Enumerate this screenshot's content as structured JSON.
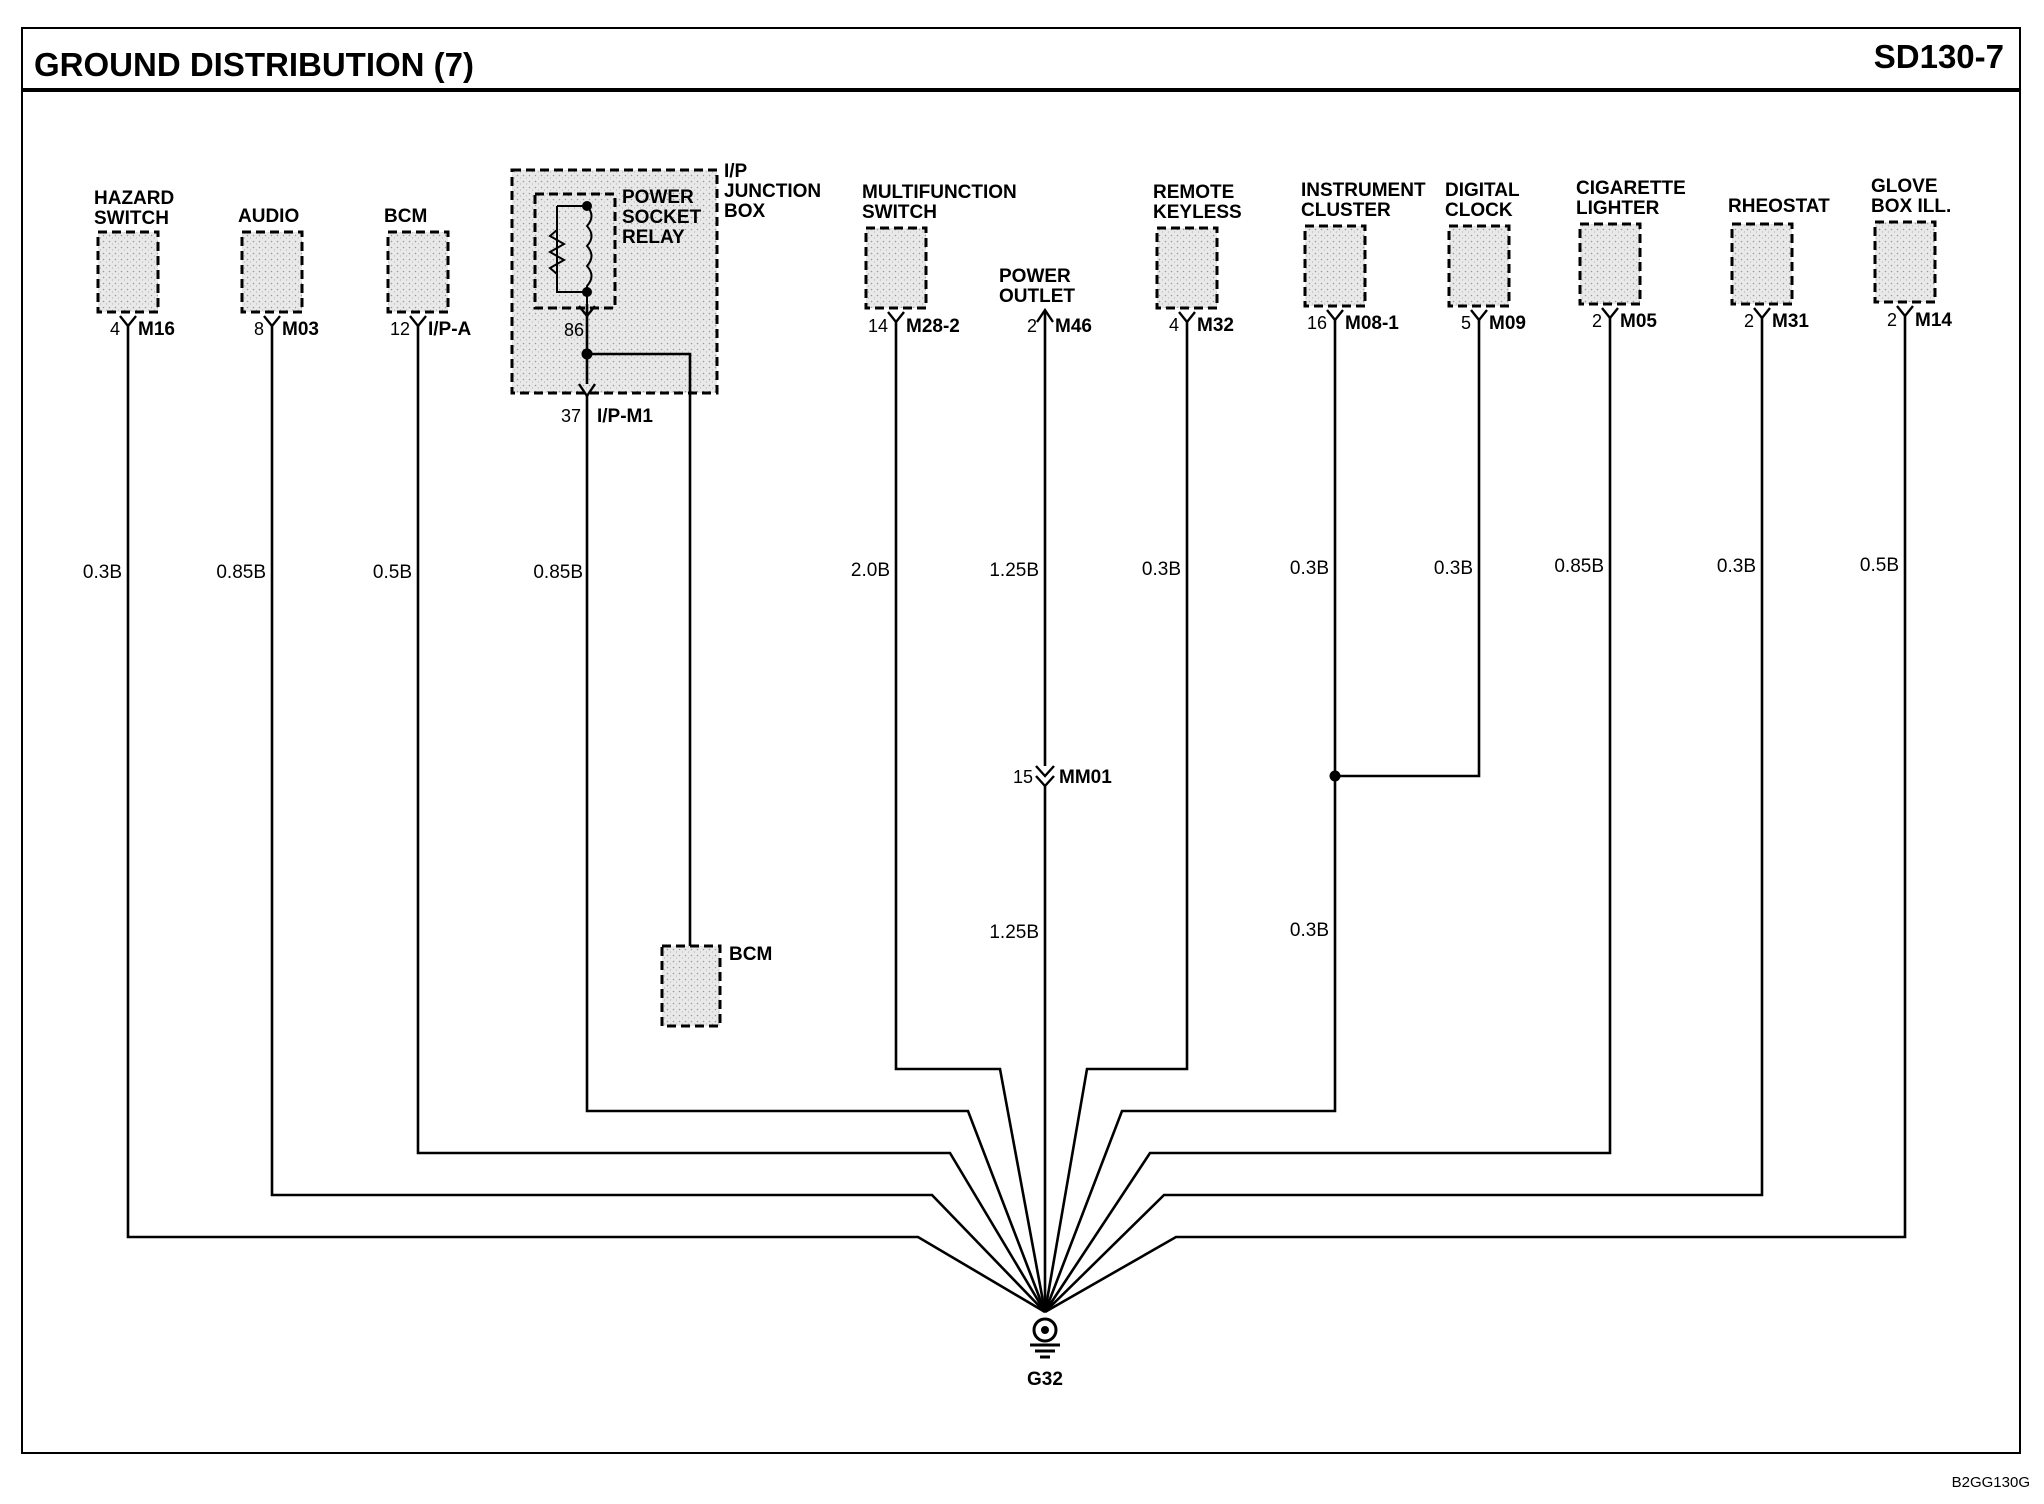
{
  "title": "GROUND DISTRIBUTION (7)",
  "page_code": "SD130-7",
  "footer_code": "B2GG130G",
  "ground": {
    "name": "G32"
  },
  "junction_box": {
    "label_lines": [
      "I/P",
      "JUNCTION",
      "BOX"
    ],
    "relay_lines": [
      "POWER",
      "SOCKET",
      "RELAY"
    ],
    "relay_pin": "86",
    "out_pin": "37",
    "out_connector": "I/P-M1",
    "gauge": "0.85B"
  },
  "bcm_sub": {
    "label": "BCM"
  },
  "components": [
    {
      "key": "hazard",
      "label_lines": [
        "HAZARD",
        "SWITCH"
      ],
      "pin": "4",
      "connector": "M16",
      "gauge": "0.3B"
    },
    {
      "key": "audio",
      "label_lines": [
        "AUDIO"
      ],
      "pin": "8",
      "connector": "M03",
      "gauge": "0.85B"
    },
    {
      "key": "bcm",
      "label_lines": [
        "BCM"
      ],
      "pin": "12",
      "connector": "I/P-A",
      "gauge": "0.5B"
    },
    {
      "key": "multifunction",
      "label_lines": [
        "MULTIFUNCTION",
        "SWITCH"
      ],
      "pin": "14",
      "connector": "M28-2",
      "gauge": "2.0B"
    },
    {
      "key": "power-outlet",
      "label_lines": [
        "POWER",
        "OUTLET"
      ],
      "pin": "2",
      "connector": "M46",
      "gauge": "1.25B",
      "gauge2": "1.25B",
      "inline_pin": "15",
      "inline_connector": "MM01"
    },
    {
      "key": "remote-keyless",
      "label_lines": [
        "REMOTE",
        "KEYLESS"
      ],
      "pin": "4",
      "connector": "M32",
      "gauge": "0.3B"
    },
    {
      "key": "instrument-cluster",
      "label_lines": [
        "INSTRUMENT",
        "CLUSTER"
      ],
      "pin": "16",
      "connector": "M08-1",
      "gauge": "0.3B",
      "gauge2": "0.3B"
    },
    {
      "key": "digital-clock",
      "label_lines": [
        "DIGITAL",
        "CLOCK"
      ],
      "pin": "5",
      "connector": "M09",
      "gauge": "0.3B"
    },
    {
      "key": "cigarette-lighter",
      "label_lines": [
        "CIGARETTE",
        "LIGHTER"
      ],
      "pin": "2",
      "connector": "M05",
      "gauge": "0.85B"
    },
    {
      "key": "rheostat",
      "label_lines": [
        "RHEOSTAT"
      ],
      "pin": "2",
      "connector": "M31",
      "gauge": "0.3B"
    },
    {
      "key": "glove-box",
      "label_lines": [
        "GLOVE",
        "BOX ILL."
      ],
      "pin": "2",
      "connector": "M14",
      "gauge": "0.5B"
    }
  ]
}
